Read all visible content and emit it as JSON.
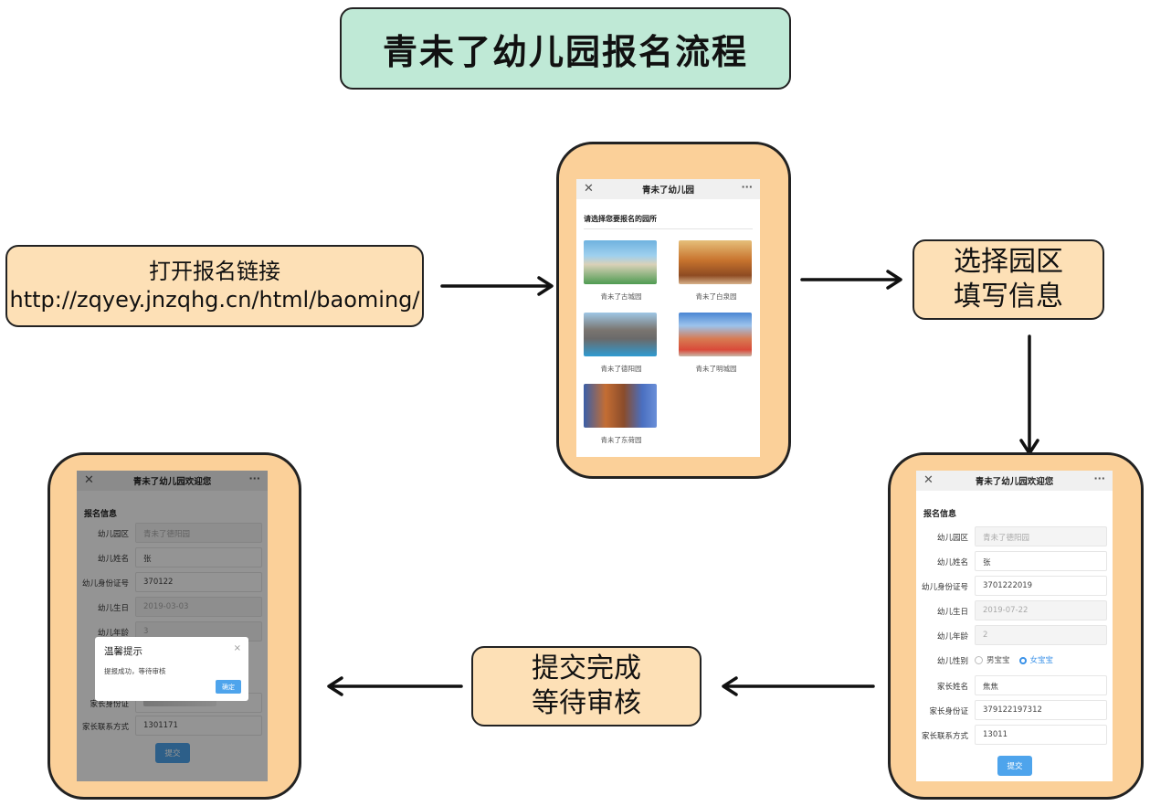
{
  "title": "青未了幼儿园报名流程",
  "steps": {
    "open_link": {
      "line1": "打开报名链接",
      "line2": "http://zqyey.jnzqhg.cn/html/baoming/"
    },
    "select": {
      "line1": "选择园区",
      "line2": "填写信息"
    },
    "submit": {
      "line1": "提交完成",
      "line2": "等待审核"
    }
  },
  "screen_select": {
    "app_title": "青未了幼儿园",
    "close_glyph": "✕",
    "more_glyph": "···",
    "heading": "请选择您要报名的园所",
    "campuses": [
      {
        "name": "青未了古城园"
      },
      {
        "name": "青未了白泉园"
      },
      {
        "name": "青未了德阳园"
      },
      {
        "name": "青未了明城园"
      },
      {
        "name": "青未了东荷园"
      }
    ]
  },
  "screen_form": {
    "app_title": "青未了幼儿园欢迎您",
    "close_glyph": "✕",
    "more_glyph": "···",
    "section": "报名信息",
    "labels": {
      "campus": "幼儿园区",
      "name": "幼儿姓名",
      "id": "幼儿身份证号",
      "birth": "幼儿生日",
      "age": "幼儿年龄",
      "gender": "幼儿性别",
      "parent_name": "家长姓名",
      "parent_id": "家长身份证",
      "contact": "家长联系方式"
    },
    "values": {
      "campus": "青未了德阳园",
      "name": "张",
      "id": "3701222019",
      "birth": "2019-07-22",
      "age": "2",
      "parent_name": "焦焦",
      "parent_id": "379122197312",
      "contact": "13011"
    },
    "gender_options": {
      "boy": "男宝宝",
      "girl": "女宝宝"
    },
    "submit_label": "提交"
  },
  "screen_done": {
    "app_title": "青未了幼儿园欢迎您",
    "close_glyph": "✕",
    "more_glyph": "···",
    "section": "报名信息",
    "labels": {
      "campus": "幼儿园区",
      "name": "幼儿姓名",
      "id": "幼儿身份证号",
      "birth": "幼儿生日",
      "age": "幼儿年龄",
      "parent_id": "家长身份证",
      "contact": "家长联系方式"
    },
    "values": {
      "campus": "青未了德阳园",
      "name": "张",
      "id": "370122",
      "birth": "2019-03-03",
      "age": "3",
      "contact": "1301171"
    },
    "submit_label": "提交",
    "dialog": {
      "title": "温馨提示",
      "close": "×",
      "message": "提报成功，等待审核",
      "ok": "确定"
    }
  },
  "colors": {
    "title_bg": "#bfe9d6",
    "step_bg": "#fde0b6",
    "frame_bg": "#fbd099",
    "accent": "#4ea4ec"
  }
}
